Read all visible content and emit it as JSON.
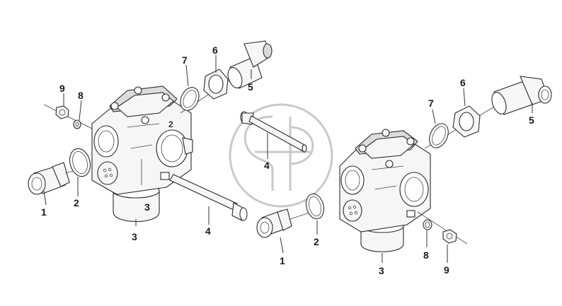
{
  "diagram": {
    "left_callouts": {
      "c1": "1",
      "c2": "2",
      "c3a": "3",
      "c3b": "3",
      "c4": "4",
      "c5": "5",
      "c6": "6",
      "c7": "7",
      "c8": "8",
      "c9": "9"
    },
    "right_callouts": {
      "c1": "1",
      "c2": "2",
      "c3": "3",
      "c4": "4",
      "c5": "5",
      "c6": "6",
      "c7": "7",
      "c8": "8",
      "c9": "9"
    },
    "body_mark": "2"
  }
}
